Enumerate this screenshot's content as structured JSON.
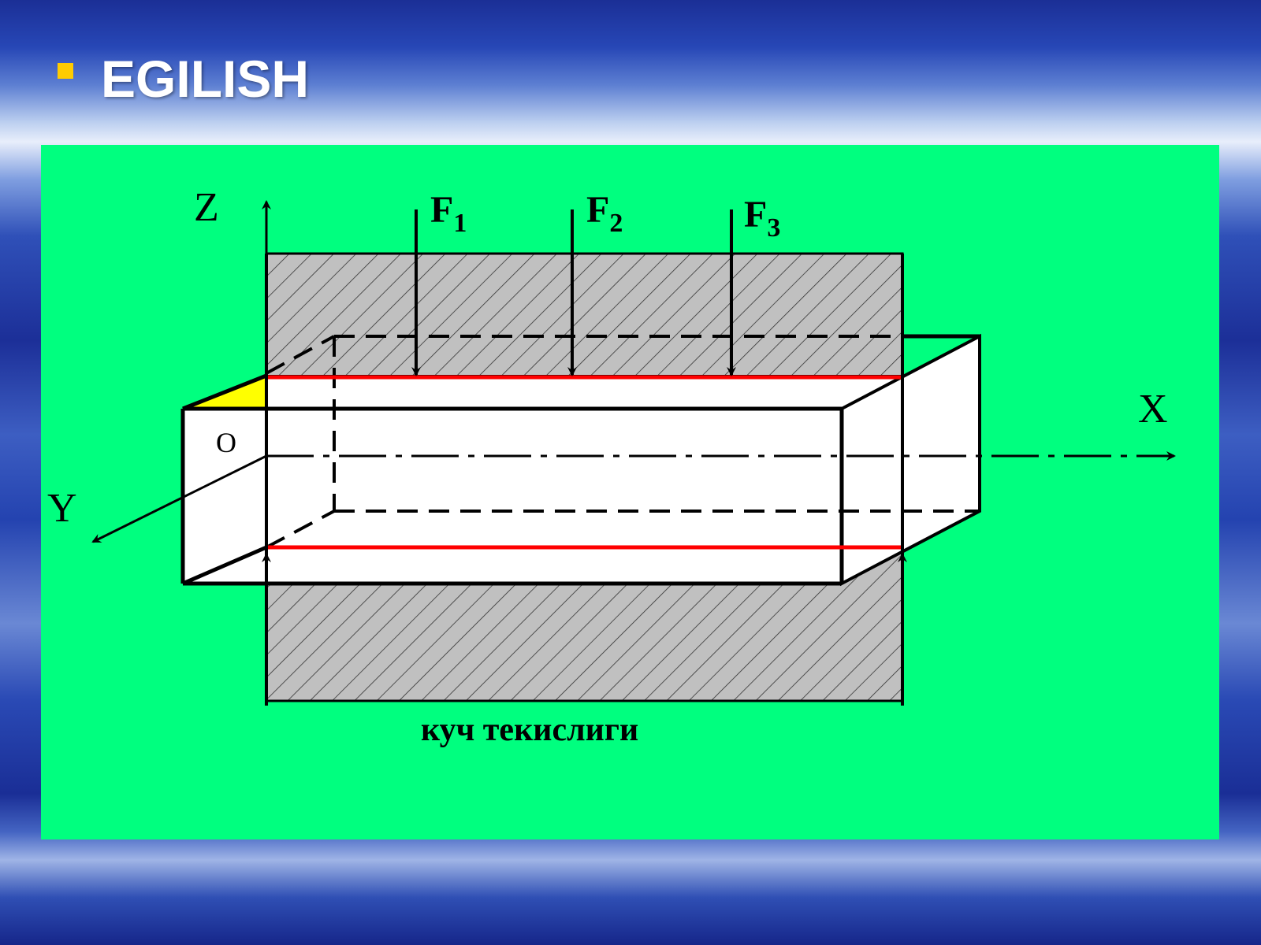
{
  "slide": {
    "title": "EGILISH",
    "bullet_color": "#ffcc00"
  },
  "diagram": {
    "axes": {
      "z": "Z",
      "x": "X",
      "y": "Y",
      "origin": "O"
    },
    "forces": [
      {
        "letter": "F",
        "index": "1"
      },
      {
        "letter": "F",
        "index": "2"
      },
      {
        "letter": "F",
        "index": "3"
      }
    ],
    "caption": "куч текислиги",
    "colors": {
      "panel": "#00ff7f",
      "force_plane": "#c0c0c0",
      "beam_faces": "#ffff00",
      "fibers": "#ff0000",
      "beam_front": "#ffffff"
    }
  }
}
